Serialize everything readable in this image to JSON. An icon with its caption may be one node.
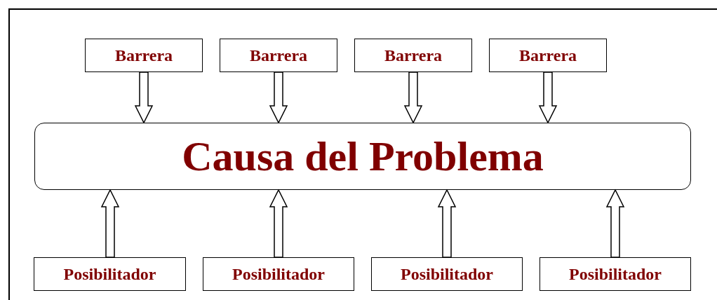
{
  "diagram": {
    "nodes": [
      {
        "text": [
          "Barrera"
        ]
      },
      {
        "text": [
          "Barrera"
        ]
      },
      {
        "text": [
          "Barrera"
        ]
      },
      {
        "text": [
          "Barrera"
        ]
      },
      {
        "text": [
          "Causa del Problema"
        ]
      },
      {
        "text": [
          "Posibilitador"
        ]
      },
      {
        "text": [
          "Posibilitador"
        ]
      },
      {
        "text": [
          "Posibilitador"
        ]
      },
      {
        "text": [
          "Posibilitador"
        ]
      }
    ],
    "edges": [
      {
        "from": 0,
        "to": 4,
        "arrow": "to"
      },
      {
        "from": 1,
        "to": 4,
        "arrow": "to"
      },
      {
        "from": 2,
        "to": 4,
        "arrow": "to"
      },
      {
        "from": 3,
        "to": 4,
        "arrow": "to"
      },
      {
        "from": 5,
        "to": 4,
        "arrow": "to"
      },
      {
        "from": 6,
        "to": 4,
        "arrow": "to"
      },
      {
        "from": 7,
        "to": 4,
        "arrow": "to"
      },
      {
        "from": 8,
        "to": 4,
        "arrow": "to"
      }
    ]
  }
}
